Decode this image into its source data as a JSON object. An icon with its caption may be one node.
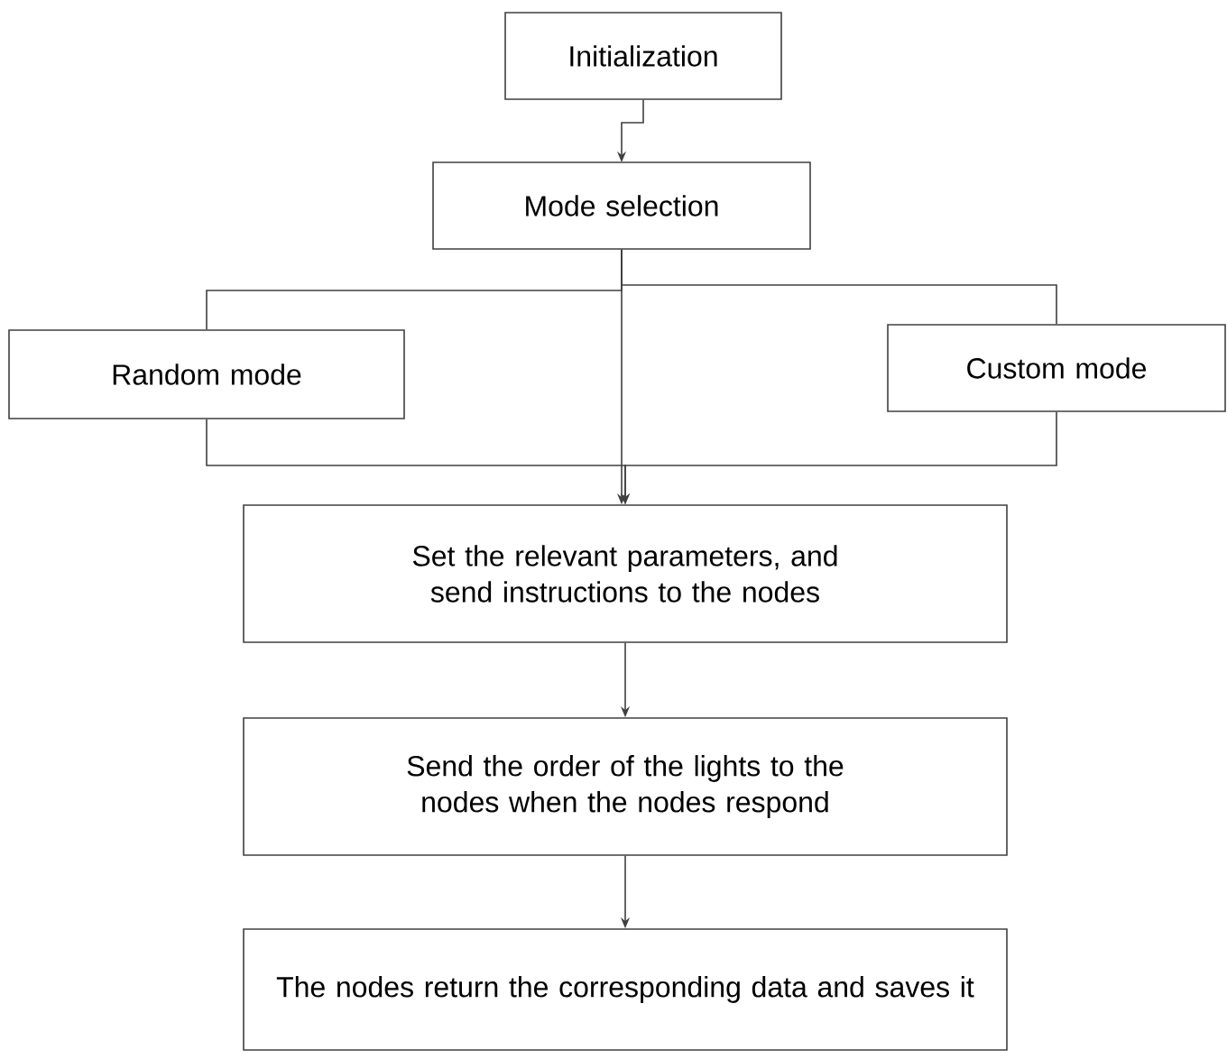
{
  "diagram": {
    "nodes": [
      {
        "text": [
          "Initialization"
        ]
      },
      {
        "text": [
          "Mode selection"
        ]
      },
      {
        "text": [
          "Random mode"
        ]
      },
      {
        "text": [
          "Custom mode"
        ]
      },
      {
        "text": [
          "Set the relevant parameters, and send instructions to the nodes"
        ]
      },
      {
        "text": [
          "Send the order of the lights to the nodes when the nodes respond"
        ]
      },
      {
        "text": [
          "The nodes return the corresponding data and saves it"
        ]
      }
    ],
    "edges": [
      {
        "from": 0,
        "to": 1,
        "arrow": "to"
      },
      {
        "from": 1,
        "to": 2,
        "arrow": "none"
      },
      {
        "from": 1,
        "to": 3,
        "arrow": "none"
      },
      {
        "from": 1,
        "to": 4,
        "arrow": "to"
      },
      {
        "from": 2,
        "to": 4,
        "arrow": "to"
      },
      {
        "from": 3,
        "to": 4,
        "arrow": "to"
      },
      {
        "from": 4,
        "to": 5,
        "arrow": "to"
      },
      {
        "from": 5,
        "to": 6,
        "arrow": "to"
      }
    ]
  }
}
